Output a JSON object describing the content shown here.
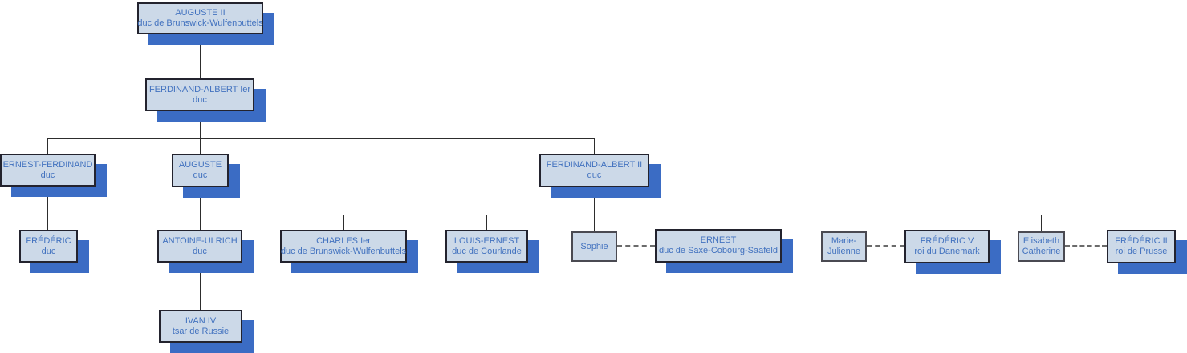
{
  "diagram": {
    "type": "family-tree",
    "root": "AUGUSTE II",
    "legend": {
      "solid_line_meaning": "descent",
      "dashed_line_meaning": "marriage"
    },
    "marriages": [
      [
        "Sophie",
        "ERNEST"
      ],
      [
        "Marie-Julienne",
        "FRÉDÉRIC V"
      ],
      [
        "Elisabeth Catherine",
        "FRÉDÉRIC II"
      ]
    ]
  },
  "colors": {
    "node_fill": "#ccd9e8",
    "node_border": "#23232e",
    "spouse_border": "#4a4a52",
    "node_shadow": "#3b6cc4",
    "text": "#4272bf",
    "line": "#2d2d2d",
    "dashed_line": "#6b6b6b",
    "background": "#ffffff"
  },
  "nodes": {
    "auguste2": {
      "line1": "AUGUSTE II",
      "line2": "duc de Brunswick-Wulfenbuttels"
    },
    "ferdinand_albert_1": {
      "line1": "FERDINAND-ALBERT Ier",
      "line2": "duc"
    },
    "ernest_ferdinand": {
      "line1": "ERNEST-FERDINAND",
      "line2": "duc"
    },
    "auguste": {
      "line1": "AUGUSTE",
      "line2": "duc"
    },
    "ferdinand_albert_2": {
      "line1": "FERDINAND-ALBERT II",
      "line2": "duc"
    },
    "frederic": {
      "line1": "FRÉDÉRIC",
      "line2": "duc"
    },
    "antoine_ulrich": {
      "line1": "ANTOINE-ULRICH",
      "line2": "duc"
    },
    "ivan_4": {
      "line1": "IVAN IV",
      "line2": "tsar de Russie"
    },
    "charles_1": {
      "line1": "CHARLES Ier",
      "line2": "duc de Brunswick-Wulfenbuttels"
    },
    "louis_ernest": {
      "line1": "LOUIS-ERNEST",
      "line2": "duc de Courlande"
    },
    "sophie": {
      "line1": "Sophie"
    },
    "ernest": {
      "line1": "ERNEST",
      "line2": "duc de Saxe-Cobourg-Saafeld"
    },
    "marie_julienne": {
      "line1": "Marie-",
      "line2": "Julienne"
    },
    "frederic_5": {
      "line1": "FRÉDÉRIC V",
      "line2": "roi du Danemark"
    },
    "elisabeth_catherine": {
      "line1": "Elisabeth",
      "line2": "Catherine"
    },
    "frederic_2": {
      "line1": "FRÉDÉRIC II",
      "line2": "roi de Prusse"
    }
  }
}
